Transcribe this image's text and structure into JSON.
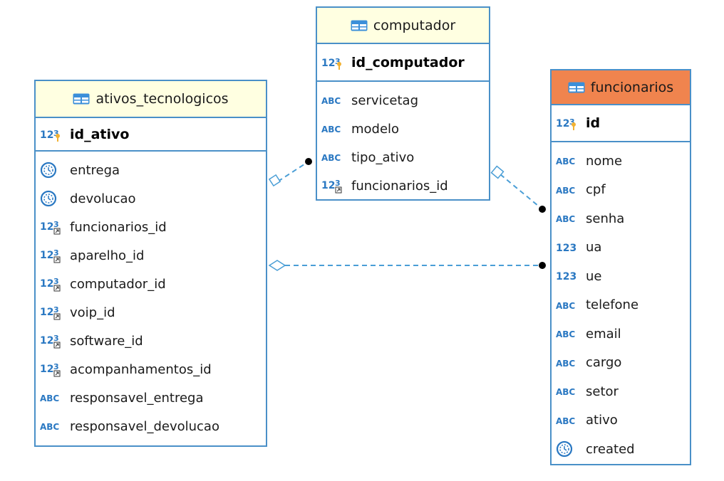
{
  "tables": {
    "ativos": {
      "name": "ativos_tecnologicos",
      "pk": "id_ativo",
      "columns": [
        {
          "name": "entrega",
          "type": "datetime"
        },
        {
          "name": "devolucao",
          "type": "datetime"
        },
        {
          "name": "funcionarios_id",
          "type": "fk"
        },
        {
          "name": "aparelho_id",
          "type": "fk"
        },
        {
          "name": "computador_id",
          "type": "fk"
        },
        {
          "name": "voip_id",
          "type": "fk"
        },
        {
          "name": "software_id",
          "type": "fk"
        },
        {
          "name": "acompanhamentos_id",
          "type": "fk"
        },
        {
          "name": "responsavel_entrega",
          "type": "text"
        },
        {
          "name": "responsavel_devolucao",
          "type": "text"
        }
      ]
    },
    "computador": {
      "name": "computador",
      "pk": "id_computador",
      "columns": [
        {
          "name": "servicetag",
          "type": "text"
        },
        {
          "name": "modelo",
          "type": "text"
        },
        {
          "name": "tipo_ativo",
          "type": "text"
        },
        {
          "name": "funcionarios_id",
          "type": "fk"
        }
      ]
    },
    "funcionarios": {
      "name": "funcionarios",
      "pk": "id",
      "columns": [
        {
          "name": "nome",
          "type": "text"
        },
        {
          "name": "cpf",
          "type": "text"
        },
        {
          "name": "senha",
          "type": "text"
        },
        {
          "name": "ua",
          "type": "number"
        },
        {
          "name": "ue",
          "type": "number"
        },
        {
          "name": "telefone",
          "type": "text"
        },
        {
          "name": "email",
          "type": "text"
        },
        {
          "name": "cargo",
          "type": "text"
        },
        {
          "name": "setor",
          "type": "text"
        },
        {
          "name": "ativo",
          "type": "text"
        },
        {
          "name": "created",
          "type": "datetime"
        }
      ]
    }
  },
  "type_labels": {
    "text": "ABC",
    "number": "123"
  },
  "colors": {
    "border": "#4a90c8",
    "header": "#ffffe1",
    "header_selected": "#f0844e",
    "type_icon": "#2a78c2",
    "relation_line": "#4a9ed6"
  }
}
